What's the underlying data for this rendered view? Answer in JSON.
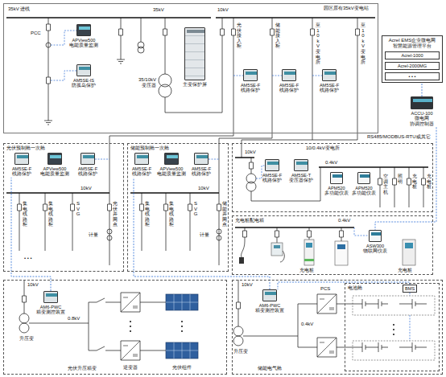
{
  "diagram": {
    "nodes": [
      {
        "text": [
          "园区原有35kV变电站"
        ]
      },
      {
        "text": [
          "APView500 电能质量监测"
        ],
        "in": 0
      },
      {
        "text": [
          "AM5SE-IS 防孤岛保护"
        ],
        "in": 0
      },
      {
        "text": [
          "主变保护屏"
        ],
        "in": 0
      },
      {
        "text": [
          "AM5SE-F 线路保护"
        ],
        "in": 0
      },
      {
        "text": [
          "AM5SE-F 线路保护"
        ],
        "in": 0
      },
      {
        "text": [
          "AM5SE-F 线路保护"
        ],
        "in": 0
      },
      {
        "text": [
          "Acrel EMS企业微电网 智慧能源管理平台"
        ]
      },
      {
        "text": [
          "Acrel-1000"
        ],
        "in": 7
      },
      {
        "text": [
          "Acrel-2000MG"
        ],
        "in": 7
      },
      {
        "text": [
          "• • •"
        ],
        "in": 7
      },
      {
        "text": [
          "ACCU-100 微电网 协调控制器"
        ]
      },
      {
        "text": [
          "光伏预制舱一次舱"
        ]
      },
      {
        "text": [
          "AM5SE-F 线路保护"
        ],
        "in": 12
      },
      {
        "text": [
          "APView500 电能质量监测"
        ],
        "in": 12
      },
      {
        "text": [
          "AM5SE-F 线路保护"
        ],
        "in": 12
      },
      {
        "text": [
          "储能预制舱一次舱"
        ]
      },
      {
        "text": [
          "AM5SE-F 线路保护"
        ],
        "in": 16
      },
      {
        "text": [
          "APView500 电能质量监测"
        ],
        "in": 16
      },
      {
        "text": [
          "AM5SE-F 线路保护"
        ],
        "in": 16
      },
      {
        "text": [
          "10/0.4kV变电所"
        ]
      },
      {
        "text": [
          "AM5SE-F 线路保护"
        ],
        "in": 20
      },
      {
        "text": [
          "AM5SE-T 变压器保护"
        ],
        "in": 20
      },
      {
        "text": [
          "APM520 多功能仪表"
        ],
        "in": 20
      },
      {
        "text": [
          "APM520 多功能仪表"
        ],
        "in": 20
      },
      {
        "text": [
          "充电桩配电箱"
        ]
      },
      {
        "text": [
          "ASW300 物联网仪表"
        ],
        "in": 25
      },
      {
        "text": [
          "光伏升压箱变"
        ]
      },
      {
        "text": [
          "AM6-PWC 箱变测控装置"
        ],
        "in": 27
      },
      {
        "text": [
          "储能电气舱"
        ]
      },
      {
        "text": [
          "AM6-PWC 箱变测控装置"
        ],
        "in": 29
      },
      {
        "text": [
          "电池舱"
        ],
        "in": 29
      },
      {
        "text": [
          "BMS"
        ],
        "in": 31
      }
    ],
    "edges": [
      {
        "from": 11,
        "to": 7,
        "arrow": "none"
      },
      {
        "from": 28,
        "to": 13,
        "arrow": "none"
      },
      {
        "from": 30,
        "to": 17,
        "arrow": "none"
      },
      {
        "from": 11,
        "to": 26,
        "arrow": "none"
      },
      {
        "from": 32,
        "to": 30,
        "arrow": "none"
      }
    ],
    "labels": [
      "35kV 进线",
      "35kV",
      "10kV",
      "PCC",
      "35/10kV 变压器",
      "光伏接入柜",
      "储能接入柜",
      "至10kV变电所",
      "至10kV变电所",
      "RS485/MODBUS-RTU或其它",
      "10kV",
      "集电线路柜",
      "集电线路柜",
      "SVG",
      "光伏并网点",
      "计量",
      "• • •",
      "10kV",
      "集电线路柜",
      "集电线路柜",
      "SVG",
      "储能并网点",
      "计量",
      "10kV",
      "0.4kV",
      "空调主机",
      "照明",
      "充电桩",
      "充电桩",
      "0.4kV",
      "充电桩",
      "充电桩",
      "10kV",
      "升压变",
      "0.8kV",
      "逆变器",
      "光伏组件",
      "10kV",
      "升压变",
      "PCS",
      "0.4kV"
    ]
  }
}
